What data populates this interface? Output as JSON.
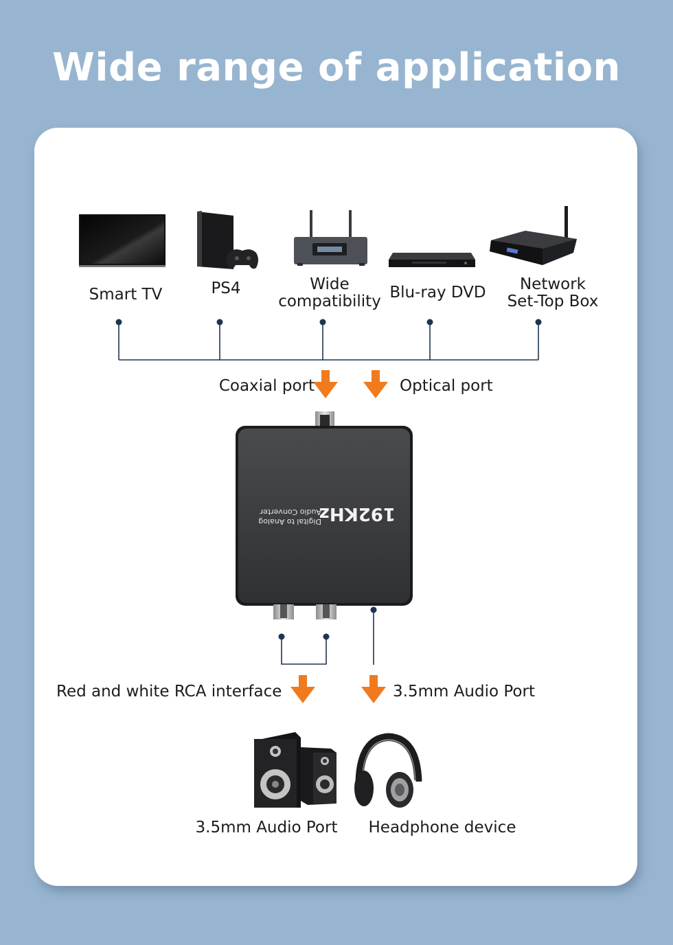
{
  "title": "Wide range of application",
  "sources": [
    {
      "label": "Smart TV",
      "icon": "tv-icon"
    },
    {
      "label": "PS4",
      "icon": "game-console-icon"
    },
    {
      "label_line1": "Wide",
      "label_line2": "compatibility",
      "icon": "router-icon"
    },
    {
      "label": "Blu-ray DVD",
      "icon": "dvd-player-icon"
    },
    {
      "label_line1": "Network",
      "label_line2": "Set-Top Box",
      "icon": "set-top-box-icon"
    }
  ],
  "inputs": {
    "coaxial": "Coaxial port",
    "optical": "Optical port"
  },
  "device": {
    "model": "192KHz",
    "subtitle_line1": "Digital to Analog",
    "subtitle_line2": "Audio Converter"
  },
  "outputs": {
    "rca": "Red and white RCA interface",
    "aux": "3.5mm Audio Port"
  },
  "endpoints": [
    {
      "label": "3.5mm Audio Port",
      "icon": "speakers-icon"
    },
    {
      "label": "Headphone device",
      "icon": "headphones-icon"
    }
  ],
  "colors": {
    "background": "#97b5d0",
    "card": "#ffffff",
    "arrow": "#f07a1e",
    "line": "#1e3550",
    "device": "#3a3b3d"
  }
}
